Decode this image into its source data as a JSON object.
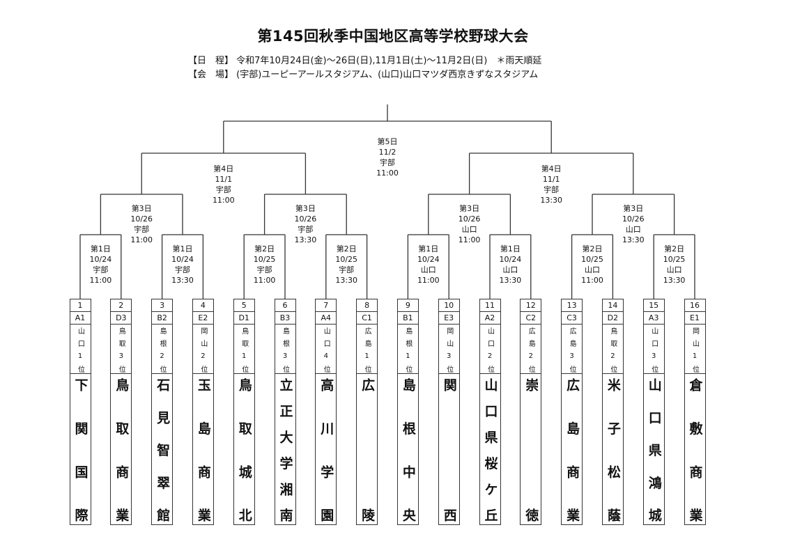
{
  "header": {
    "title": "第145回秋季中国地区高等学校野球大会",
    "schedule": "【日　程】 令和7年10月24日(金)～26日(日),11月1日(土)～11月2日(日)　＊雨天順延",
    "venue": "【会　場】 (宇部)ユーピーアールスタジアム、(山口)山口マツダ西京きずなスタジアム"
  },
  "rounds": {
    "round1": [
      [
        "第1日",
        "10/24",
        "宇部",
        "11:00"
      ],
      [
        "第1日",
        "10/24",
        "宇部",
        "13:30"
      ],
      [
        "第2日",
        "10/25",
        "宇部",
        "11:00"
      ],
      [
        "第2日",
        "10/25",
        "宇部",
        "13:30"
      ],
      [
        "第1日",
        "10/24",
        "山口",
        "11:00"
      ],
      [
        "第1日",
        "10/24",
        "山口",
        "13:30"
      ],
      [
        "第2日",
        "10/25",
        "山口",
        "11:00"
      ],
      [
        "第2日",
        "10/25",
        "山口",
        "13:30"
      ]
    ],
    "round2": [
      [
        "第3日",
        "10/26",
        "宇部",
        "11:00"
      ],
      [
        "第3日",
        "10/26",
        "宇部",
        "13:30"
      ],
      [
        "第3日",
        "10/26",
        "山口",
        "11:00"
      ],
      [
        "第3日",
        "10/26",
        "山口",
        "13:30"
      ]
    ],
    "semifinal": [
      [
        "第4日",
        "11/1",
        "宇部",
        "11:00"
      ],
      [
        "第4日",
        "11/1",
        "宇部",
        "13:30"
      ]
    ],
    "final": [
      [
        "第5日",
        "11/2",
        "宇部",
        "11:00"
      ]
    ]
  },
  "teams": [
    {
      "num": "1",
      "code": "A1",
      "pref": "山口1位",
      "name": "下関国際"
    },
    {
      "num": "2",
      "code": "D3",
      "pref": "鳥取3位",
      "name": "鳥取商業"
    },
    {
      "num": "3",
      "code": "B2",
      "pref": "島根2位",
      "name": "石見智翠館"
    },
    {
      "num": "4",
      "code": "E2",
      "pref": "岡山2位",
      "name": "玉島商業"
    },
    {
      "num": "5",
      "code": "D1",
      "pref": "鳥取1位",
      "name": "鳥取城北"
    },
    {
      "num": "6",
      "code": "B3",
      "pref": "島根3位",
      "name": "立正大学湘南"
    },
    {
      "num": "7",
      "code": "A4",
      "pref": "山口4位",
      "name": "高川学園"
    },
    {
      "num": "8",
      "code": "C1",
      "pref": "広島1位",
      "name": "広陵"
    },
    {
      "num": "9",
      "code": "B1",
      "pref": "島根1位",
      "name": "島根中央"
    },
    {
      "num": "10",
      "code": "E3",
      "pref": "岡山3位",
      "name": "関西"
    },
    {
      "num": "11",
      "code": "A2",
      "pref": "山口2位",
      "name": "山口県桜ケ丘"
    },
    {
      "num": "12",
      "code": "C2",
      "pref": "広島2位",
      "name": "崇徳"
    },
    {
      "num": "13",
      "code": "C3",
      "pref": "広島3位",
      "name": "広島商業"
    },
    {
      "num": "14",
      "code": "D2",
      "pref": "鳥取2位",
      "name": "米子松蔭"
    },
    {
      "num": "15",
      "code": "A3",
      "pref": "山口3位",
      "name": "山口県鴻城"
    },
    {
      "num": "16",
      "code": "E1",
      "pref": "岡山1位",
      "name": "倉敷商業"
    }
  ]
}
